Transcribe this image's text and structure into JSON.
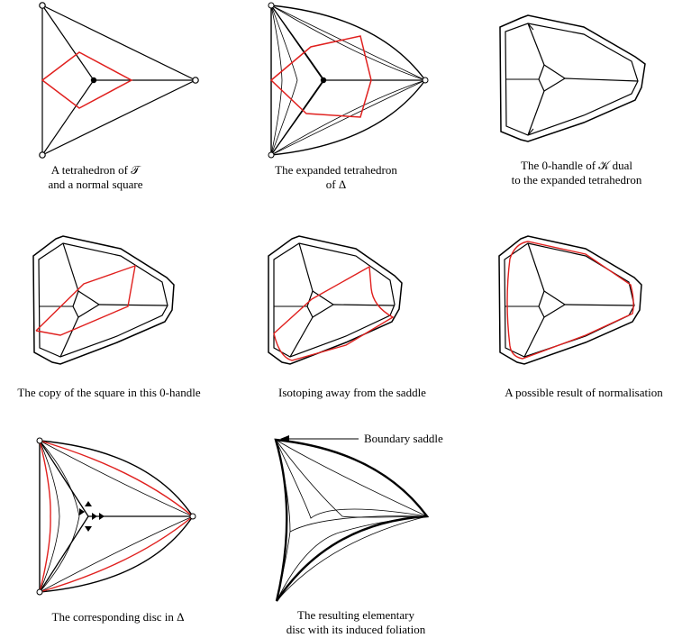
{
  "panels": [
    {
      "id": "tetrahedron",
      "caption_lines": [
        "A tetrahedron of 𝒯",
        "and a normal square"
      ]
    },
    {
      "id": "expanded-tetrahedron",
      "caption_lines": [
        "The expanded tetrahedron",
        "of Δ"
      ]
    },
    {
      "id": "zero-handle",
      "caption_lines": [
        "The 0-handle of 𝒦 dual",
        "to the expanded tetrahedron"
      ]
    },
    {
      "id": "square-copy",
      "caption_lines": [
        "The copy of the square in this 0-handle"
      ]
    },
    {
      "id": "isotoping",
      "caption_lines": [
        "Isotoping away from the saddle"
      ]
    },
    {
      "id": "normalisation",
      "caption_lines": [
        "A possible result of normalisation"
      ]
    },
    {
      "id": "corresponding-disc",
      "caption_lines": [
        "The corresponding disc in Δ"
      ]
    },
    {
      "id": "elementary-disc",
      "caption_lines": [
        "The resulting elementary",
        "disc with its induced foliation"
      ]
    }
  ],
  "annotations": {
    "boundary_saddle_label": "Boundary saddle"
  },
  "colors": {
    "stroke": "#000000",
    "highlight": "#e0201e",
    "background": "#ffffff"
  }
}
